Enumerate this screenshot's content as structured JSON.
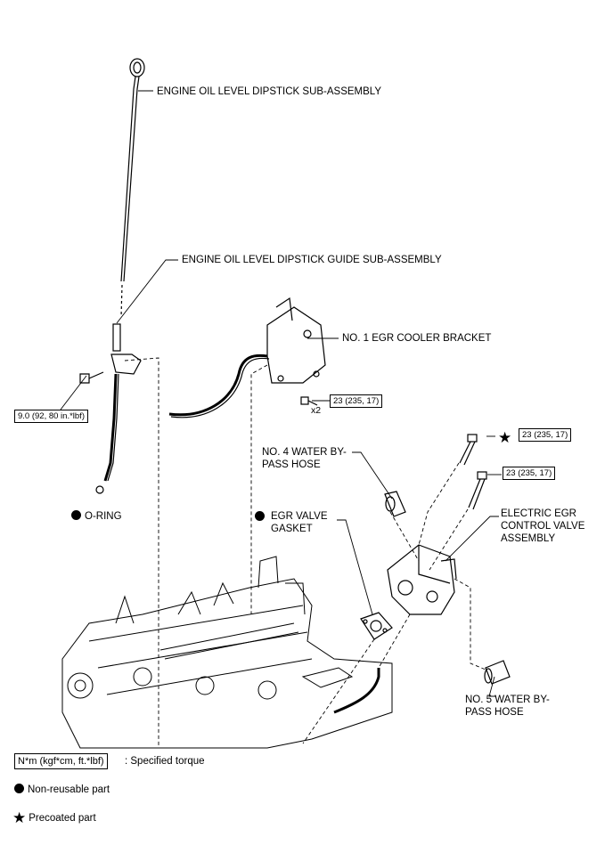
{
  "labels": {
    "dipstick": "ENGINE OIL LEVEL DIPSTICK SUB-ASSEMBLY",
    "guide": "ENGINE OIL LEVEL DIPSTICK GUIDE SUB-ASSEMBLY",
    "bracket": "NO. 1 EGR COOLER BRACKET",
    "water4": "NO. 4 WATER BY-\nPASS HOSE",
    "oring": "O-RING",
    "gasket": "EGR VALVE\nGASKET",
    "egrvalve": "ELECTRIC EGR\nCONTROL VALVE\nASSEMBLY",
    "water5": "NO. 5 WATER BY-\nPASS HOSE",
    "x2": "x2"
  },
  "torques": {
    "guide_bolt": "9.0 (92, 80 in.*lbf)",
    "bracket_bolt": "23 (235, 17)",
    "valve_bolt_precoated": "23 (235, 17)",
    "valve_bolt": "23 (235, 17)"
  },
  "legend": {
    "unit": "N*m (kgf*cm, ft.*lbf)",
    "unit_desc": ": Specified torque",
    "nonreusable": "Non-reusable part",
    "precoated": "Precoated part"
  },
  "icons": {
    "nonreusable": "filled-circle-icon",
    "precoated": "star-icon"
  }
}
